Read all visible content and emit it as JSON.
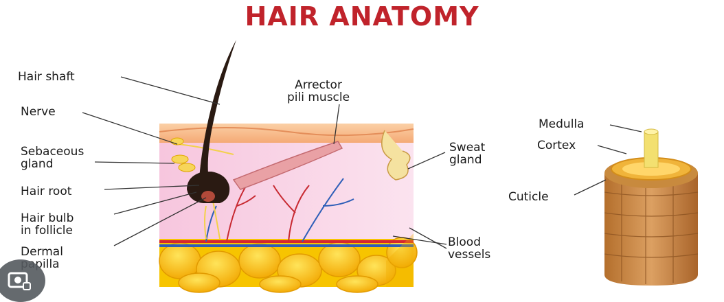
{
  "title": "HAIR ANATOMY",
  "labels": {
    "hair_shaft": "Hair shaft",
    "nerve": "Nerve",
    "sebaceous_gland": "Sebaceous\ngland",
    "hair_root": "Hair root",
    "hair_bulb": "Hair bulb\nin follicle",
    "dermal_papilla": "Dermal\npapilla",
    "arrector_pili": "Arrector\npili muscle",
    "sweat_gland": "Sweat\ngland",
    "blood_vessels": "Blood\nvessels",
    "medulla": "Medulla",
    "cortex": "Cortex",
    "cuticle": "Cuticle"
  },
  "icons": {
    "overlay_button": "image-search-lens-icon"
  },
  "colors": {
    "title": "#c0232b",
    "skin_surface": "#f7b98a",
    "dermis": "#f8d3e6",
    "fat": "#f5b800",
    "hair": "#2a1a12",
    "artery": "#d7262e",
    "vein": "#2f5fb8",
    "cuticle": "#c8873f",
    "medulla": "#f3e070"
  }
}
